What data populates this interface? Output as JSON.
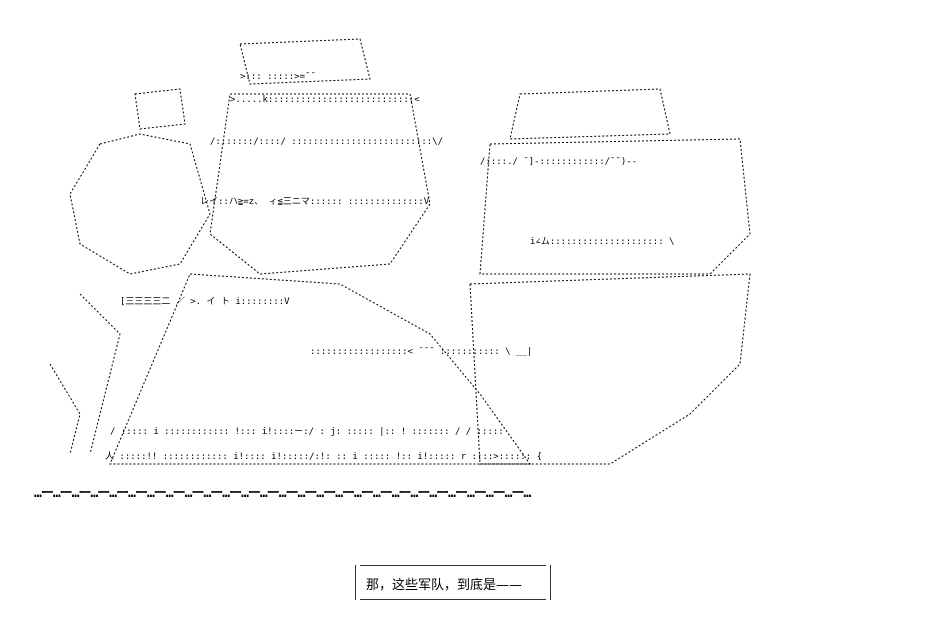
{
  "artwork": {
    "style": "ascii-art",
    "stroke_color": "#000000"
  },
  "separator": {
    "text": "…ー…ー…ー…ー…ー…ー…ー…ー…ー…ー…ー…ー…ー…ー…ー…ー…ー…ー…ー…ー…ー…ー…ー…ー…ー…ー…"
  },
  "caption": {
    "text": "那，这些军队，到底是——"
  }
}
